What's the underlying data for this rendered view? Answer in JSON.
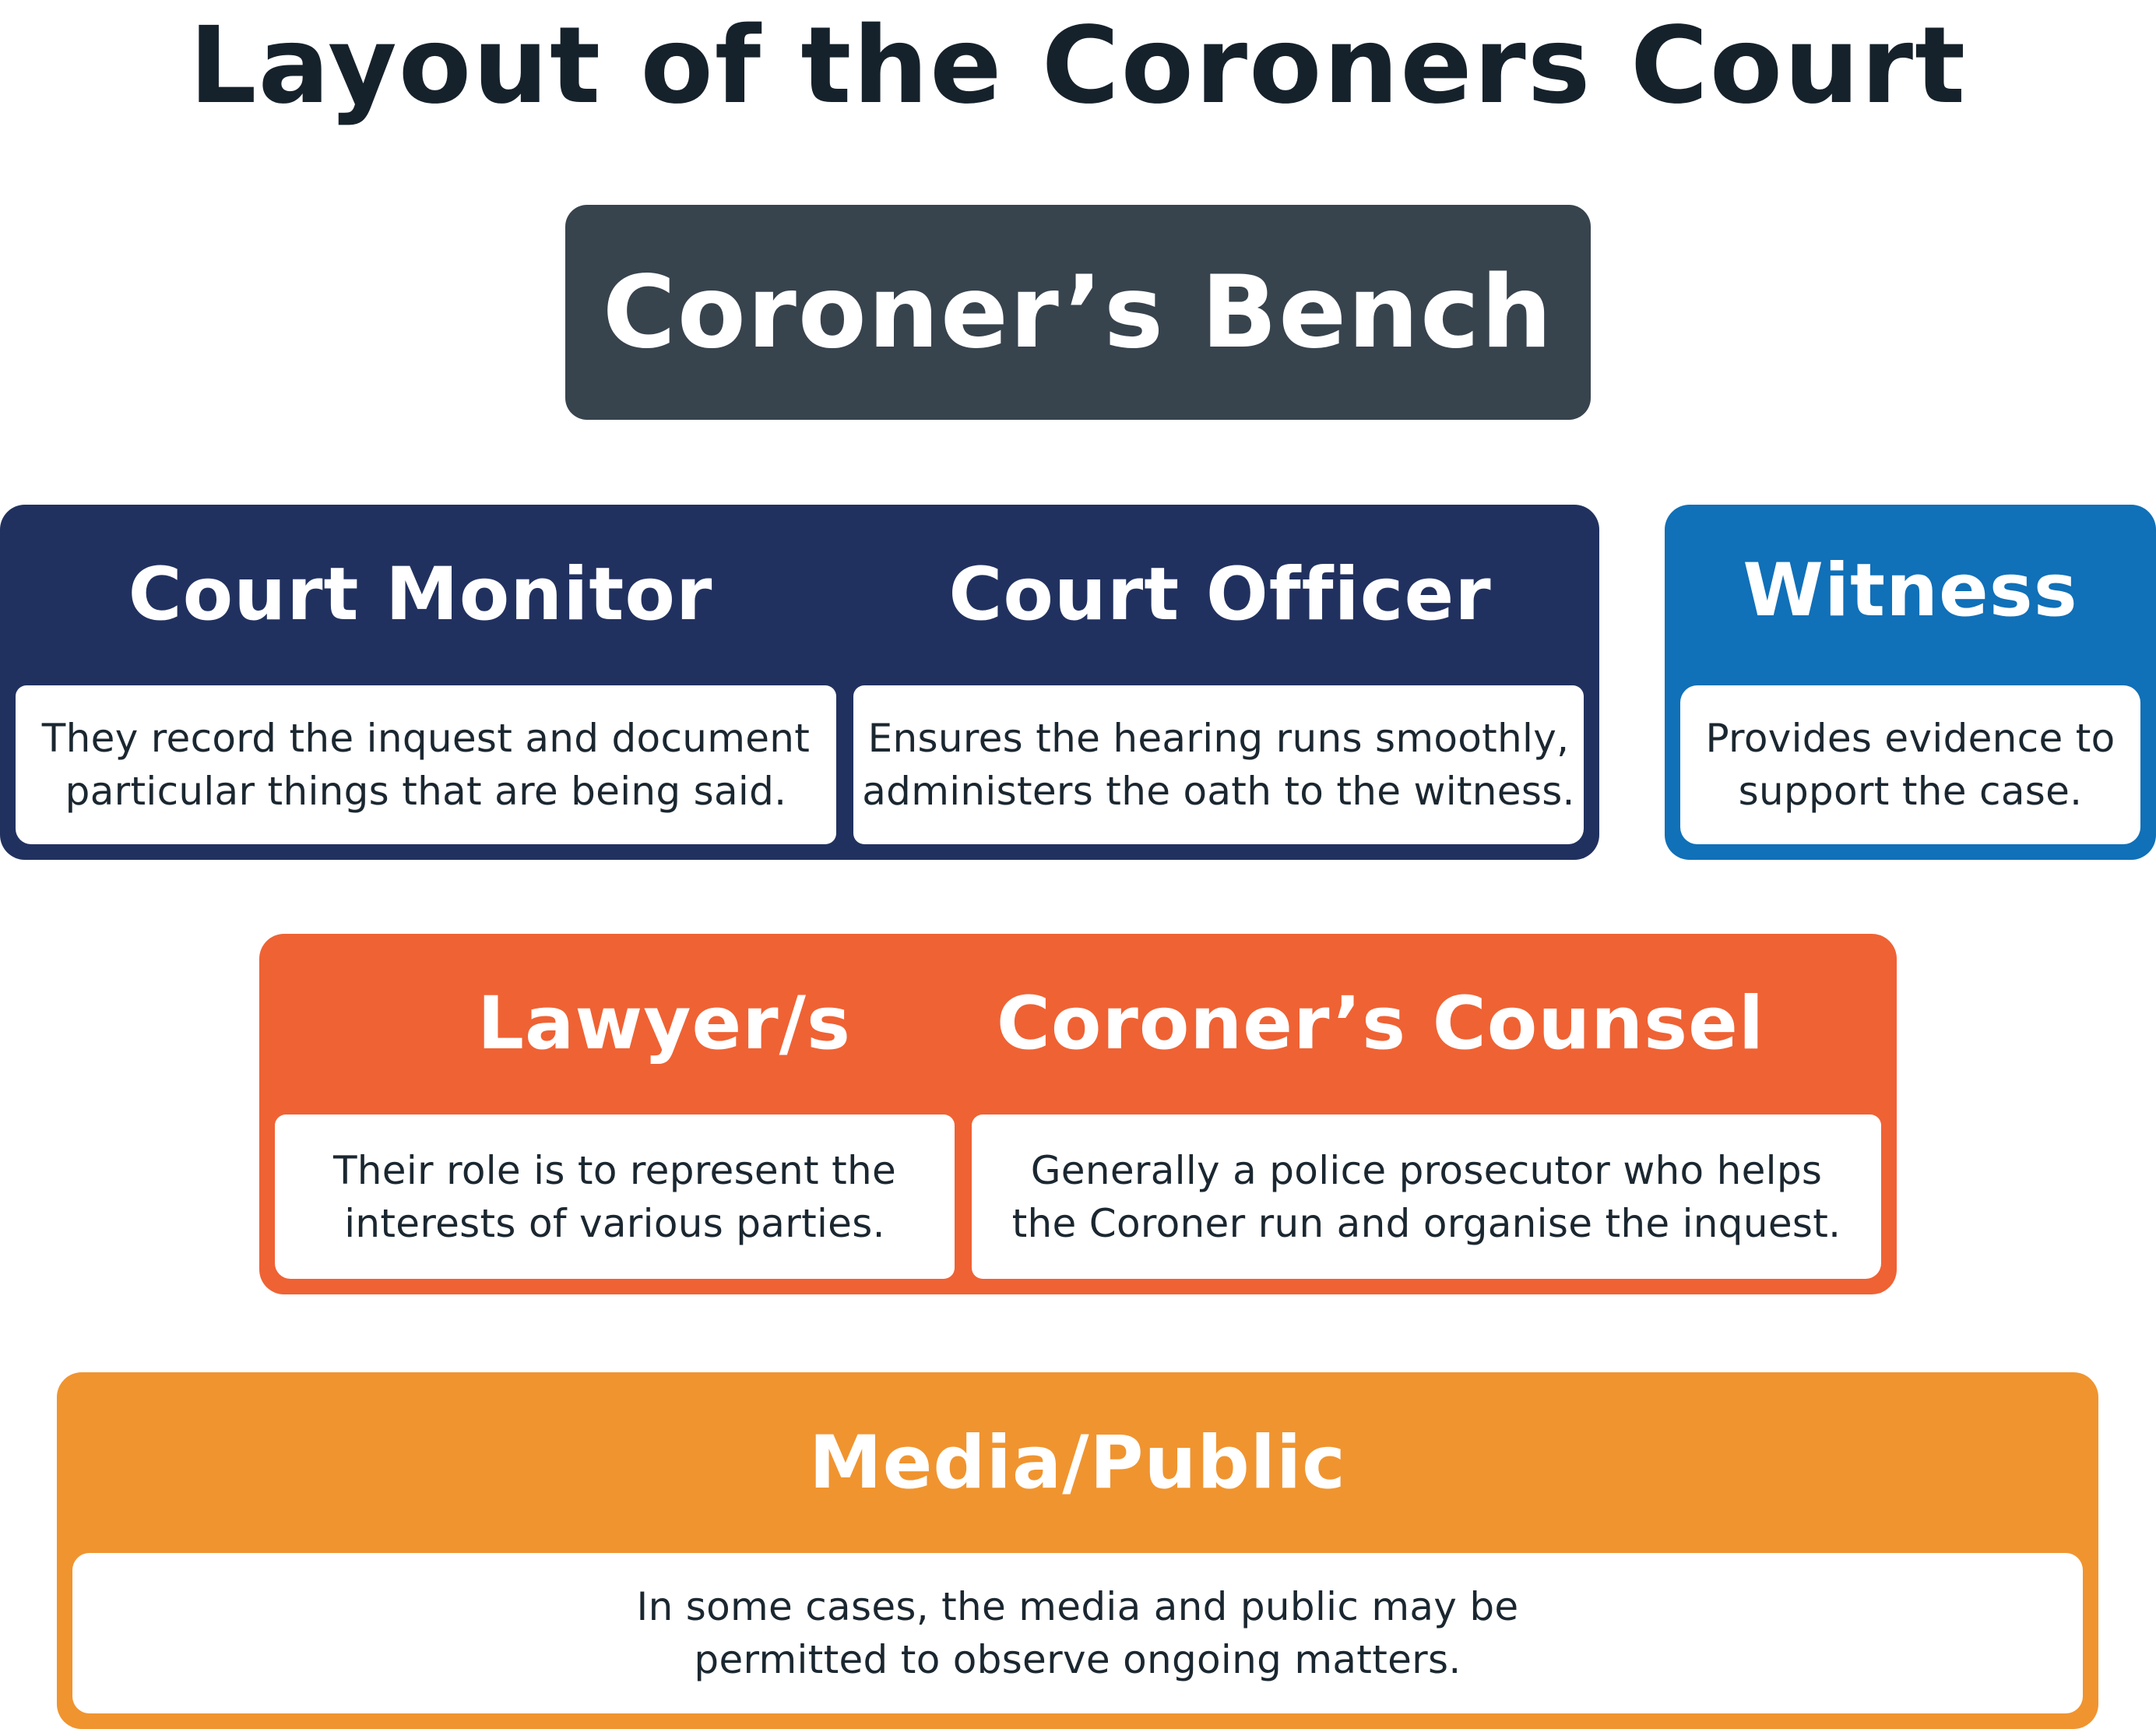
{
  "title": "Layout of the Coroners Court",
  "bench": {
    "label": "Coroner’s Bench"
  },
  "navy": {
    "color": "#21315f",
    "items": [
      {
        "heading": "Court Monitor",
        "description": "They record the inquest and document\nparticular things that are being said."
      },
      {
        "heading": "Court Officer",
        "description": "Ensures the hearing runs smoothly,\nadministers the oath to the witness."
      }
    ]
  },
  "blue": {
    "color": "#1070b8",
    "items": [
      {
        "heading": "Witness",
        "description": "Provides evidence to\nsupport the case."
      }
    ]
  },
  "orange": {
    "color": "#ef6234",
    "items": [
      {
        "heading": "Lawyer/s",
        "description": "Their role is to represent the\ninterests of various parties."
      },
      {
        "heading": "Coroner’s Counsel",
        "description": "Generally a police prosecutor who helps\nthe Coroner run and organise the inquest."
      }
    ]
  },
  "amber": {
    "color": "#f0942f",
    "items": [
      {
        "heading": "Media/Public",
        "description": "In some cases, the media and public may be\npermitted to observe ongoing matters."
      }
    ]
  }
}
